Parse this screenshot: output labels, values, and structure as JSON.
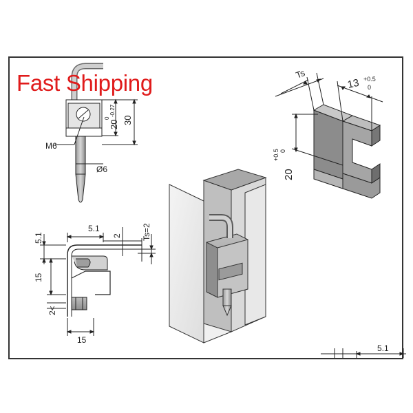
{
  "banner": {
    "text": "Fast Shipping",
    "color": "#e01b1b"
  },
  "top_left_view": {
    "dim_20": "20",
    "dim_20_tol_upper": "0",
    "dim_20_tol_lower": "-0.27",
    "dim_30": "30",
    "thread": "M6",
    "diameter": "Ø6"
  },
  "bottom_left_view": {
    "dim_5_1_top": "5.1",
    "dim_5_1_side": "5.1",
    "dim_2": "2",
    "dim_ts": "Ts=2",
    "dim_15_side": "15",
    "dim_15_bottom": "15",
    "dim_2_less": "2<"
  },
  "bracket_view": {
    "dim_ts": "Ts",
    "dim_13": "13",
    "dim_13_tol_upper": "+0.5",
    "dim_13_tol_lower": "0",
    "dim_20": "20",
    "dim_20_tol_upper": "+0.5",
    "dim_20_tol_lower": "0"
  },
  "bottom_right_fragment": {
    "dim_5_1": "5.1"
  }
}
